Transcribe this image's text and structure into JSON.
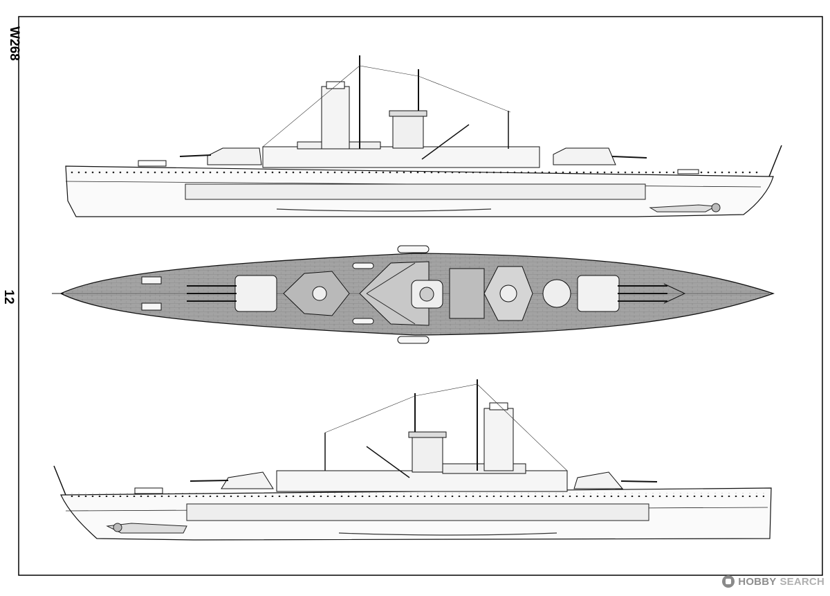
{
  "sheet": {
    "code": "W268",
    "page_number": "12"
  },
  "watermark": {
    "brand_word_1": "HOBBY",
    "brand_word_2": "SEARCH",
    "icon": "hobby-search-logo-icon"
  },
  "views": [
    {
      "id": "starboard-profile",
      "description_icon": "ship-side-view"
    },
    {
      "id": "top-plan",
      "description_icon": "ship-top-view"
    },
    {
      "id": "port-profile",
      "description_icon": "ship-side-view"
    }
  ],
  "colors": {
    "line": "#111111",
    "deck": "#9a9a9a",
    "hull_shade": "#e6e6e6",
    "frame": "#000000"
  }
}
